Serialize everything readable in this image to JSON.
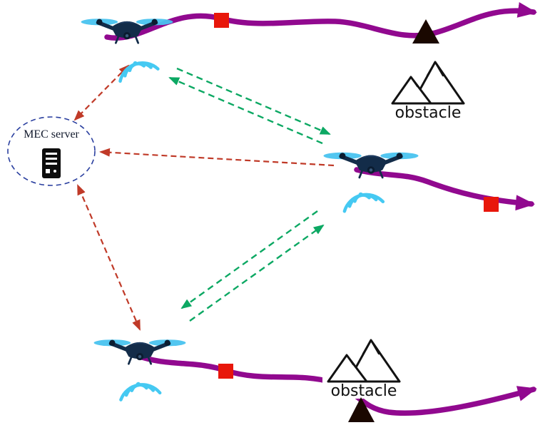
{
  "diagram": {
    "mec": {
      "label": "MEC server"
    },
    "obstacles": [
      {
        "label": "obstacle"
      },
      {
        "label": "obstacle"
      }
    ]
  },
  "colors": {
    "trajectory": "#91098f",
    "waypoint_square": "#e8170b",
    "waypoint_triangle": "#1a0800",
    "uav_to_mec_link": "#c03a28",
    "uav_to_uav_link": "#0ca863",
    "wifi": "#45c9f2",
    "drone_body": "#132c49",
    "drone_prop": "#49c3ef",
    "mec_ellipse": "#2a3f9f"
  }
}
